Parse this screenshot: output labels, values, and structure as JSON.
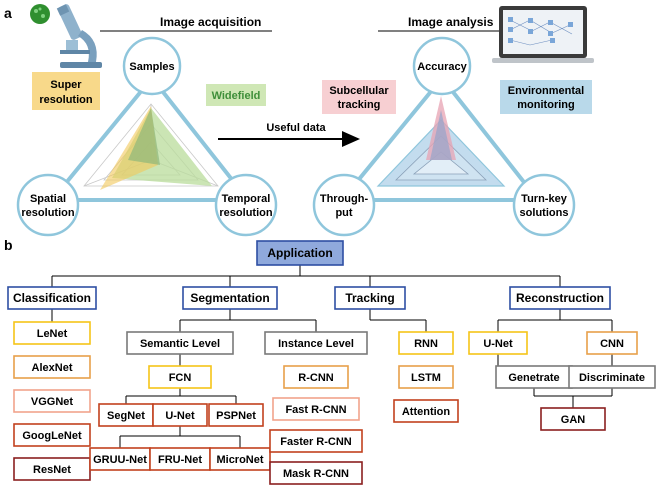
{
  "panel_a": {
    "label": "a",
    "acquisition": {
      "header": "Image acquisition",
      "top": "Samples",
      "left": [
        "Spatial",
        "resolution"
      ],
      "right": [
        "Temporal",
        "resolution"
      ],
      "tag_super": [
        "Super",
        "resolution"
      ],
      "tag_widefield": "Widefield"
    },
    "arrow_label": "Useful data",
    "analysis": {
      "header": "Image analysis",
      "top": "Accuracy",
      "left": [
        "Through-",
        "put"
      ],
      "right": [
        "Turn-key",
        "solutions"
      ],
      "tag_subcellular": [
        "Subcellular",
        "tracking"
      ],
      "tag_environmental": [
        "Environmental",
        "monitoring"
      ]
    }
  },
  "panel_b": {
    "label": "b",
    "root": "Application",
    "categories": {
      "classification": "Classification",
      "segmentation": "Segmentation",
      "tracking": "Tracking",
      "reconstruction": "Reconstruction"
    },
    "classification_nets": [
      "LeNet",
      "AlexNet",
      "VGGNet",
      "GoogLeNet",
      "ResNet"
    ],
    "semantic_level": "Semantic Level",
    "instance_level": "Instance Level",
    "fcn": "FCN",
    "fcn_children": [
      "SegNet",
      "U-Net",
      "PSPNet"
    ],
    "unet_children": [
      "GRUU-Net",
      "FRU-Net",
      "MicroNet"
    ],
    "rcnn_chain": [
      "R-CNN",
      "Fast R-CNN",
      "Faster R-CNN",
      "Mask R-CNN"
    ],
    "tracking_chain": [
      "RNN",
      "LSTM",
      "Attention"
    ],
    "recon_unet": "U-Net",
    "recon_cnn": "CNN",
    "generate": "Genetrate",
    "discriminate": "Discriminate",
    "gan": "GAN"
  },
  "colors": {
    "blue_box": "#2e4fa3",
    "root_fill": "#8fa9dc",
    "yellow_box": "#f5c518",
    "orange_box": "#e8a04a",
    "peach_box": "#f1a38c",
    "red_box": "#c2411e",
    "darkred_box": "#8b1f1f",
    "gray_box": "#7a7a7a",
    "triangle": "#8fc6dc",
    "yellow_tag": "#f8d98a",
    "green_tag": "#cfe7b5",
    "pink_tag": "#f7cfd2",
    "lightblue_tag": "#b9d9ea"
  }
}
